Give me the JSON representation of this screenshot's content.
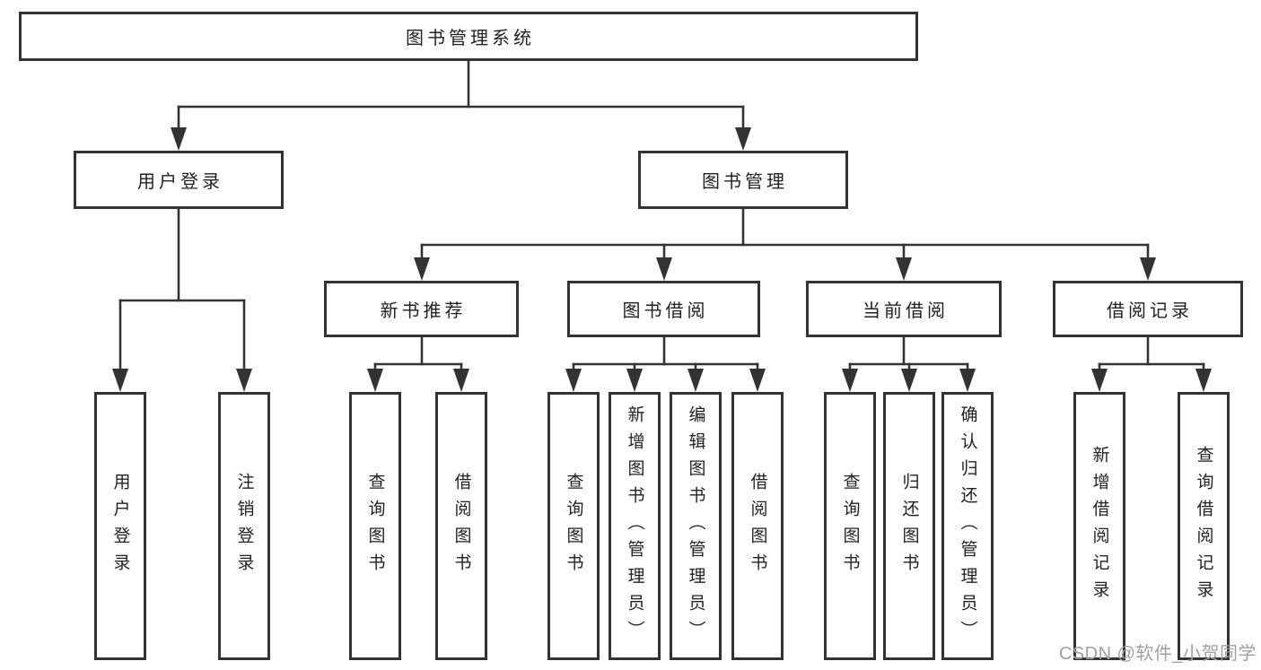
{
  "tree": {
    "root": {
      "label": "图书管理系统",
      "children": [
        {
          "label": "用户登录",
          "children": [
            {
              "label": "用户登录"
            },
            {
              "label": "注销登录"
            }
          ]
        },
        {
          "label": "图书管理",
          "children": [
            {
              "label": "新书推荐",
              "children": [
                {
                  "label": "查询图书"
                },
                {
                  "label": "借阅图书"
                }
              ]
            },
            {
              "label": "图书借阅",
              "children": [
                {
                  "label": "查询图书"
                },
                {
                  "label": "新增图书（管理员）"
                },
                {
                  "label": "编辑图书（管理员）"
                },
                {
                  "label": "借阅图书"
                }
              ]
            },
            {
              "label": "当前借阅",
              "children": [
                {
                  "label": "查询图书"
                },
                {
                  "label": "归还图书"
                },
                {
                  "label": "确认归还（管理员）"
                }
              ]
            },
            {
              "label": "借阅记录",
              "children": [
                {
                  "label": "新增借阅记录"
                },
                {
                  "label": "查询借阅记录"
                }
              ]
            }
          ]
        }
      ]
    }
  },
  "watermark": {
    "text": "CSDN @软件_小贺同学"
  },
  "colors": {
    "line": "#333333",
    "text": "#222222",
    "box_background": "#ffffff",
    "background": "#ffffff",
    "watermark": "#a0a0a0"
  }
}
